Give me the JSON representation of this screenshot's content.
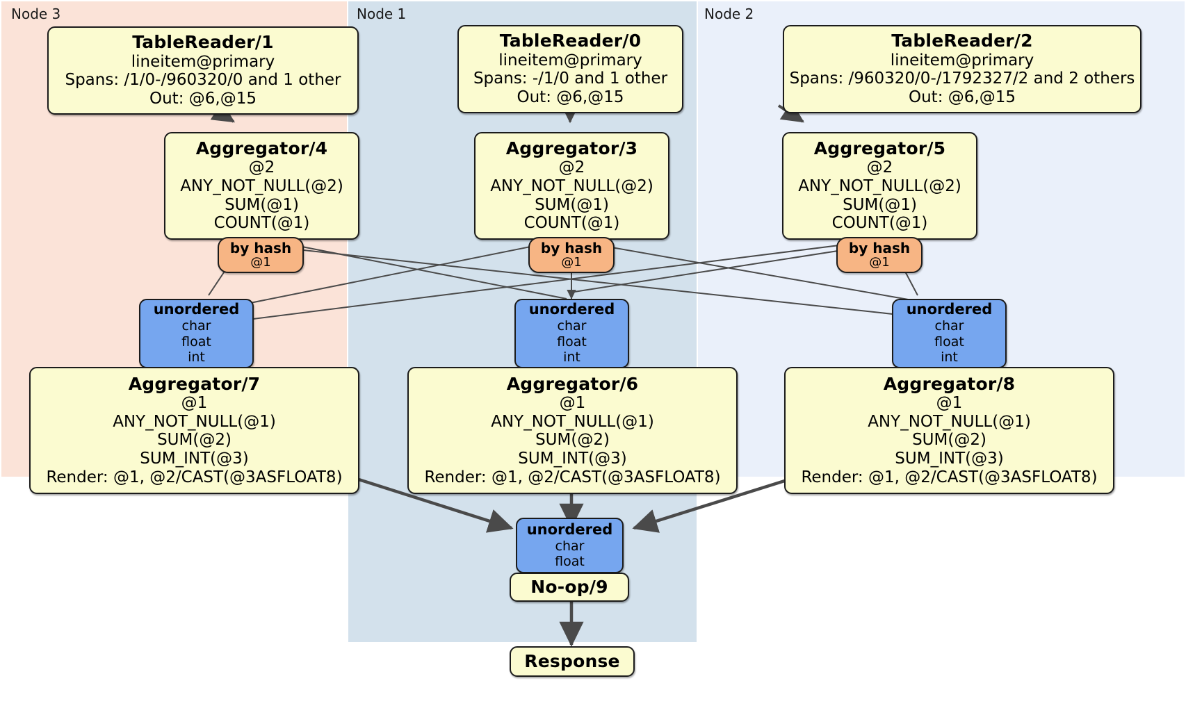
{
  "diagram": {
    "type": "distsql-physical-plan",
    "colors": {
      "node3_panel": "#fbe3d8",
      "node1_panel": "#d3e1ec",
      "node2_panel": "#eaf0fa",
      "processor_fill": "#fbfbd0",
      "router_fill": "#f7b584",
      "sync_fill": "#76a6ef",
      "stroke": "#1b1b1b",
      "edge_thin": "#4a4a4a",
      "edge_thick": "#4a4a4a"
    }
  },
  "nodes": [
    {
      "id": "node3",
      "label": "Node 3"
    },
    {
      "id": "node1",
      "label": "Node 1"
    },
    {
      "id": "node2",
      "label": "Node 2"
    }
  ],
  "processors": {
    "tablereader1": {
      "title": "TableReader/1",
      "lines": [
        "lineitem@primary",
        "Spans: /1/0-/960320/0 and 1 other",
        "Out: @6,@15"
      ]
    },
    "tablereader0": {
      "title": "TableReader/0",
      "lines": [
        "lineitem@primary",
        "Spans: -/1/0 and 1 other",
        "Out: @6,@15"
      ]
    },
    "tablereader2": {
      "title": "TableReader/2",
      "lines": [
        "lineitem@primary",
        "Spans: /960320/0-/1792327/2 and 2 others",
        "Out: @6,@15"
      ]
    },
    "aggregator4": {
      "title": "Aggregator/4",
      "lines": [
        "@2",
        "ANY_NOT_NULL(@2)",
        "SUM(@1)",
        "COUNT(@1)"
      ]
    },
    "aggregator3": {
      "title": "Aggregator/3",
      "lines": [
        "@2",
        "ANY_NOT_NULL(@2)",
        "SUM(@1)",
        "COUNT(@1)"
      ]
    },
    "aggregator5": {
      "title": "Aggregator/5",
      "lines": [
        "@2",
        "ANY_NOT_NULL(@2)",
        "SUM(@1)",
        "COUNT(@1)"
      ]
    },
    "aggregator7": {
      "title": "Aggregator/7",
      "lines": [
        "@1",
        "ANY_NOT_NULL(@1)",
        "SUM(@2)",
        "SUM_INT(@3)",
        "Render: @1, @2/CAST(@3ASFLOAT8)"
      ]
    },
    "aggregator6": {
      "title": "Aggregator/6",
      "lines": [
        "@1",
        "ANY_NOT_NULL(@1)",
        "SUM(@2)",
        "SUM_INT(@3)",
        "Render: @1, @2/CAST(@3ASFLOAT8)"
      ]
    },
    "aggregator8": {
      "title": "Aggregator/8",
      "lines": [
        "@1",
        "ANY_NOT_NULL(@1)",
        "SUM(@2)",
        "SUM_INT(@3)",
        "Render: @1, @2/CAST(@3ASFLOAT8)"
      ]
    },
    "noop9": {
      "title": "No-op/9",
      "lines": []
    },
    "response": {
      "title": "Response",
      "lines": []
    }
  },
  "routers": {
    "byhash_left": {
      "title": "by hash",
      "lines": [
        "@1"
      ]
    },
    "byhash_mid": {
      "title": "by hash",
      "lines": [
        "@1"
      ]
    },
    "byhash_right": {
      "title": "by hash",
      "lines": [
        "@1"
      ]
    }
  },
  "synchronizers": {
    "unordered_left": {
      "title": "unordered",
      "lines": [
        "char",
        "float",
        "int"
      ]
    },
    "unordered_mid": {
      "title": "unordered",
      "lines": [
        "char",
        "float",
        "int"
      ]
    },
    "unordered_right": {
      "title": "unordered",
      "lines": [
        "char",
        "float",
        "int"
      ]
    },
    "unordered_final": {
      "title": "unordered",
      "lines": [
        "char",
        "float"
      ]
    }
  }
}
